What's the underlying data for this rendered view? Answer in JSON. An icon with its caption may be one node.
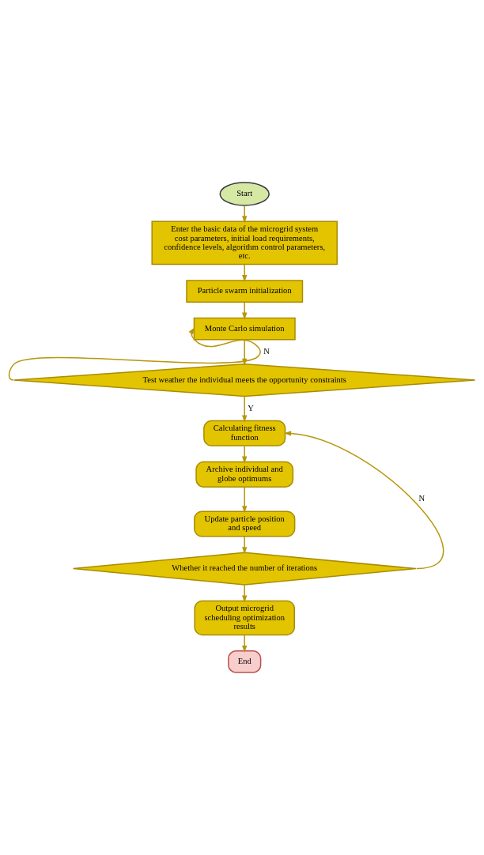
{
  "diagram": {
    "nodes": [
      {
        "text": [
          "Start"
        ]
      },
      {
        "text": [
          "Enter the basic data of the microgrid system cost parameters, initial load requirements, confidence levels, algorithm control parameters, etc."
        ]
      },
      {
        "text": [
          "Particle swarm initialization"
        ]
      },
      {
        "text": [
          "Monte Carlo simulation"
        ]
      },
      {
        "text": [
          "Test weather the individual meets the opportunity constraints"
        ]
      },
      {
        "text": [
          "Calculating fitness function"
        ]
      },
      {
        "text": [
          "Archive individual and globe optimums"
        ]
      },
      {
        "text": [
          "Update particle position and speed"
        ]
      },
      {
        "text": [
          "Whether it reached the number of iterations"
        ]
      },
      {
        "text": [
          "Output microgrid scheduling optimization results"
        ]
      },
      {
        "text": [
          "End"
        ]
      }
    ],
    "edges": [
      {
        "from": 0,
        "to": 1,
        "arrow": "to"
      },
      {
        "from": 1,
        "to": 2,
        "arrow": "to"
      },
      {
        "from": 2,
        "to": 3,
        "arrow": "to"
      },
      {
        "from": 3,
        "to": 4,
        "arrow": "to"
      },
      {
        "from": 4,
        "to": 3,
        "arrow": "to",
        "label": "N"
      },
      {
        "from": 4,
        "to": 5,
        "arrow": "to",
        "label": "Y"
      },
      {
        "from": 5,
        "to": 6,
        "arrow": "to"
      },
      {
        "from": 6,
        "to": 7,
        "arrow": "to"
      },
      {
        "from": 7,
        "to": 8,
        "arrow": "to"
      },
      {
        "from": 8,
        "to": 5,
        "arrow": "to",
        "label": "N"
      },
      {
        "from": 8,
        "to": 9,
        "arrow": "to"
      },
      {
        "from": 9,
        "to": 10,
        "arrow": "to"
      }
    ]
  }
}
